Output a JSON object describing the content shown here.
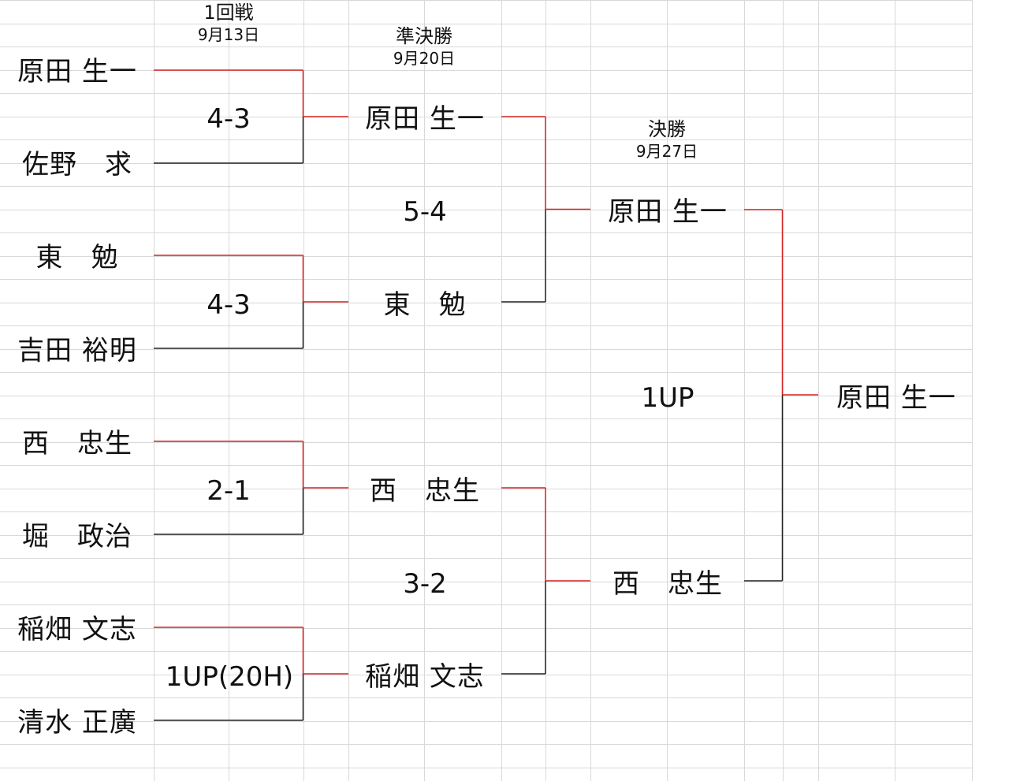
{
  "colors": {
    "winner_line": "#d42222",
    "loser_line": "#222222",
    "grid_line": "#d9d9d9",
    "text": "#111111"
  },
  "rounds": [
    {
      "title": "1回戦",
      "date": "9月13日"
    },
    {
      "title": "準決勝",
      "date": "9月20日"
    },
    {
      "title": "決勝",
      "date": "9月27日"
    }
  ],
  "round1": {
    "players": [
      "原田 生一",
      "佐野　求",
      "東　勉",
      "吉田 裕明",
      "西　忠生",
      "堀　政治",
      "稲畑 文志",
      "清水 正廣"
    ],
    "scores": [
      "4-3",
      "4-3",
      "2-1",
      "1UP(20H)"
    ]
  },
  "semifinal": {
    "players": [
      "原田 生一",
      "東　勉",
      "西　忠生",
      "稲畑 文志"
    ],
    "scores": [
      "5-4",
      "3-2"
    ]
  },
  "final": {
    "players": [
      "原田 生一",
      "西　忠生"
    ],
    "score": "1UP"
  },
  "champion": "原田 生一"
}
